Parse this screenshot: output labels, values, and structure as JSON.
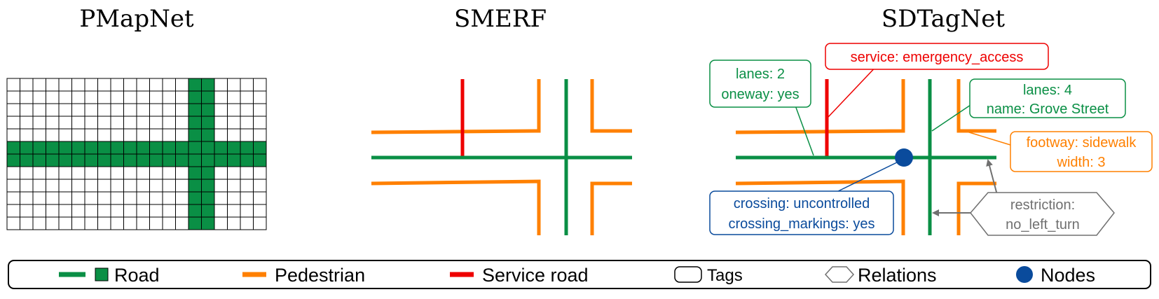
{
  "titles": {
    "pmapnet": "PMapNet",
    "smerf": "SMERF",
    "sdtagnet": "SDTagNet"
  },
  "colors": {
    "road": "#0a8f45",
    "pedestrian": "#ff8000",
    "service": "#ee0000",
    "node": "#0a4b9c",
    "relation": "#707070"
  },
  "tags": {
    "service": "service: emergency_access",
    "lanes2_line1": "lanes: 2",
    "lanes2_line2": "oneway: yes",
    "lanes4_line1": "lanes: 4",
    "lanes4_line2": "name: Grove Street",
    "footway_line1": "footway: sidewalk",
    "footway_line2": "width: 3",
    "crossing_line1": "crossing: uncontrolled",
    "crossing_line2": "crossing_markings: yes"
  },
  "relation": {
    "line1": "restriction:",
    "line2": "no_left_turn"
  },
  "legend": {
    "road": "Road",
    "pedestrian": "Pedestrian",
    "service_road": "Service road",
    "tags": "Tags",
    "relations": "Relations",
    "nodes": "Nodes"
  }
}
